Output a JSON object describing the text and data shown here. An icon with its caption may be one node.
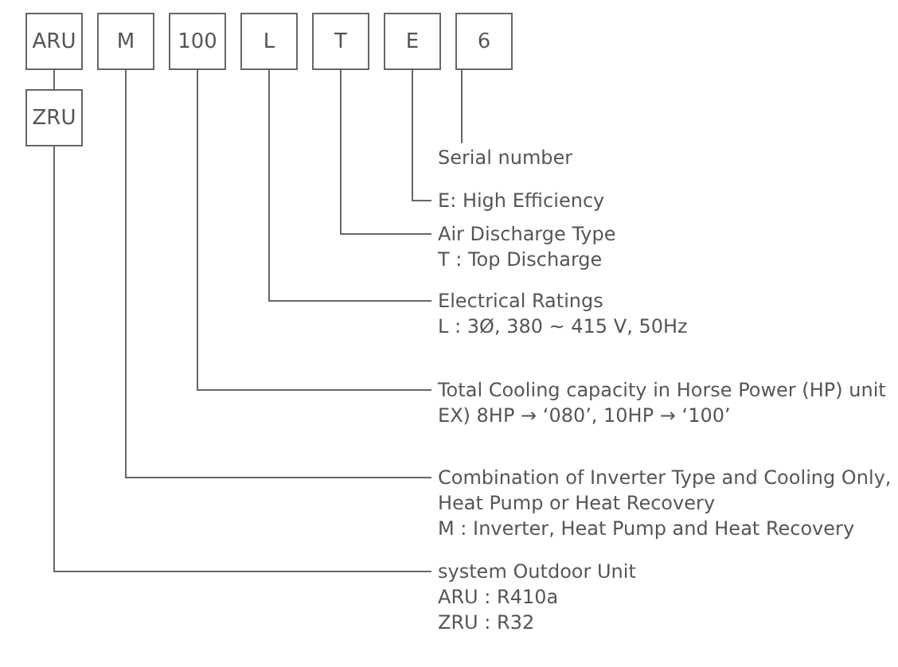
{
  "diagram": {
    "nodes": [
      {
        "text": [
          "ARU"
        ]
      },
      {
        "text": [
          "M"
        ]
      },
      {
        "text": [
          "100"
        ]
      },
      {
        "text": [
          "L"
        ]
      },
      {
        "text": [
          "T"
        ]
      },
      {
        "text": [
          "E"
        ]
      },
      {
        "text": [
          "6"
        ]
      },
      {
        "text": [
          "ZRU"
        ]
      },
      {
        "text": [
          "Serial number"
        ]
      },
      {
        "text": [
          "E: High Efficiency"
        ]
      },
      {
        "text": [
          "Air Discharge Type",
          "T : Top Discharge"
        ]
      },
      {
        "text": [
          "Electrical Ratings",
          "L : 3Ø, 380 ~ 415 V, 50Hz"
        ]
      },
      {
        "text": [
          "Total Cooling capacity in Horse Power (HP) unit",
          "EX) 8HP → ‘080’, 10HP → ‘100’"
        ]
      },
      {
        "text": [
          "Combination of Inverter Type and Cooling Only, Heat Pump or Heat Recovery",
          "M : Inverter, Heat Pump and Heat Recovery"
        ]
      },
      {
        "text": [
          "system Outdoor Unit",
          "ARU : R410a",
          "ZRU : R32"
        ]
      }
    ],
    "edges": [
      {
        "from": 0,
        "to": 7,
        "arrow": "none"
      },
      {
        "from": 6,
        "to": 8,
        "arrow": "none"
      },
      {
        "from": 5,
        "to": 9,
        "arrow": "none"
      },
      {
        "from": 4,
        "to": 10,
        "arrow": "none"
      },
      {
        "from": 3,
        "to": 11,
        "arrow": "none"
      },
      {
        "from": 2,
        "to": 12,
        "arrow": "none"
      },
      {
        "from": 1,
        "to": 13,
        "arrow": "none"
      },
      {
        "from": 7,
        "to": 14,
        "arrow": "none"
      }
    ]
  }
}
